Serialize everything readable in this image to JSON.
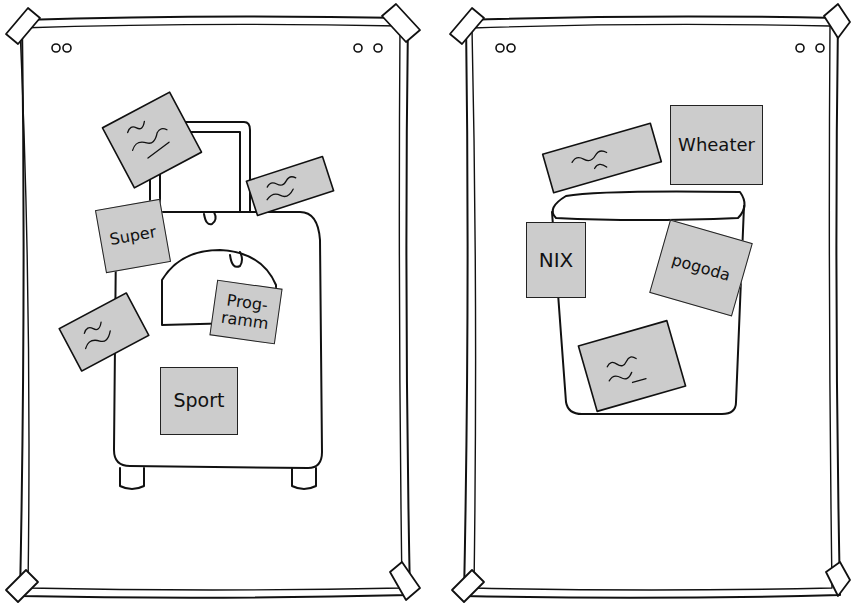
{
  "diagram": {
    "nodes": [
      {
        "text": [
          "Super"
        ]
      },
      {
        "text": [
          "Prog- ramm"
        ]
      },
      {
        "text": [
          "Sport"
        ]
      },
      {
        "text": [
          "Wheater"
        ]
      },
      {
        "text": [
          "NIX"
        ]
      },
      {
        "text": [
          "pogoda"
        ]
      }
    ]
  }
}
